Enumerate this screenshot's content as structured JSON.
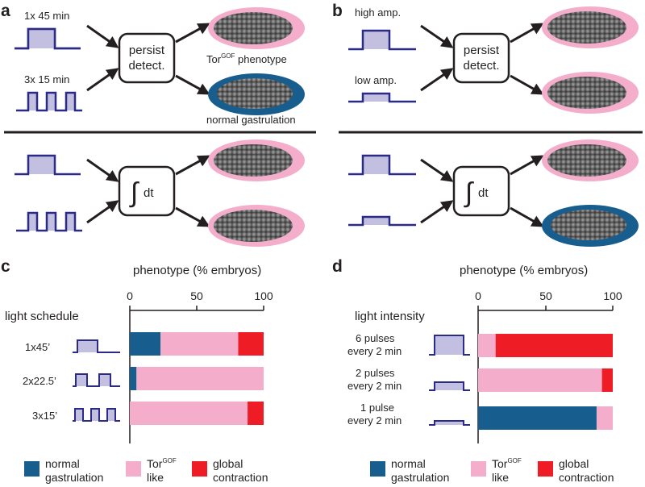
{
  "panels": {
    "a": {
      "letter": "a",
      "top": {
        "input1_label": "1x 45 min",
        "input2_label": "3x 15 min",
        "box": [
          "persist",
          "detect."
        ],
        "out1_label": "Tor",
        "out1_sup": "GOF",
        "out1_suffix": " phenotype",
        "out2_label": "normal gastrulation"
      },
      "bottom": {
        "box_symbol": "∫",
        "box_text": "dt"
      }
    },
    "b": {
      "letter": "b",
      "top": {
        "input1_label": "high amp.",
        "input2_label": "low amp.",
        "box": [
          "persist",
          "detect."
        ]
      },
      "bottom": {
        "box_symbol": "∫",
        "box_text": "dt"
      }
    },
    "c": {
      "letter": "c",
      "axis_title": "phenotype (% embryos)",
      "row_header": "light schedule",
      "rows": [
        "1x45’",
        "2x22.5’",
        "3x15’"
      ],
      "legend": {
        "normal_1": "normal",
        "normal_2": "gastrulation",
        "tor_1": "Tor",
        "tor_sup": "GOF",
        "tor_2": "like",
        "global_1": "global",
        "global_2": "contraction"
      }
    },
    "d": {
      "letter": "d",
      "axis_title": "phenotype (% embryos)",
      "row_header": "light intensity",
      "rows": [
        [
          "6 pulses",
          "every 2 min"
        ],
        [
          "2 pulses",
          "every 2 min"
        ],
        [
          "1 pulse",
          "every 2 min"
        ]
      ],
      "legend": {
        "normal_1": "normal",
        "normal_2": "gastrulation",
        "tor_1": "Tor",
        "tor_sup": "GOF",
        "tor_2": "like",
        "global_1": "global",
        "global_2": "contraction"
      }
    }
  },
  "colors": {
    "normal": "#175d8e",
    "tor_like": "#f4aecb",
    "global": "#ee1c25",
    "pulse_line": "#2b2a87",
    "pulse_fill": "#c3bfe0"
  },
  "chart_data": [
    {
      "type": "bar",
      "orientation": "horizontal",
      "stacked": true,
      "title": "phenotype (% embryos)",
      "categories": [
        "1x45’",
        "2x22.5’",
        "3x15’"
      ],
      "series": [
        {
          "name": "normal gastrulation",
          "values": [
            23,
            5,
            0
          ]
        },
        {
          "name": "TorGOF like",
          "values": [
            58,
            95,
            88
          ]
        },
        {
          "name": "global contraction",
          "values": [
            19,
            0,
            12
          ]
        }
      ],
      "ticks": [
        0,
        50,
        100
      ],
      "xlim": [
        0,
        100
      ],
      "legend_position": "bottom"
    },
    {
      "type": "bar",
      "orientation": "horizontal",
      "stacked": true,
      "title": "phenotype (% embryos)",
      "categories": [
        "6 pulses every 2 min",
        "2 pulses every 2 min",
        "1 pulse every 2 min"
      ],
      "series": [
        {
          "name": "normal gastrulation",
          "values": [
            0,
            0,
            88
          ]
        },
        {
          "name": "TorGOF like",
          "values": [
            13,
            92,
            12
          ]
        },
        {
          "name": "global contraction",
          "values": [
            87,
            8,
            0
          ]
        }
      ],
      "ticks": [
        0,
        50,
        100
      ],
      "xlim": [
        0,
        100
      ],
      "legend_position": "bottom"
    }
  ]
}
